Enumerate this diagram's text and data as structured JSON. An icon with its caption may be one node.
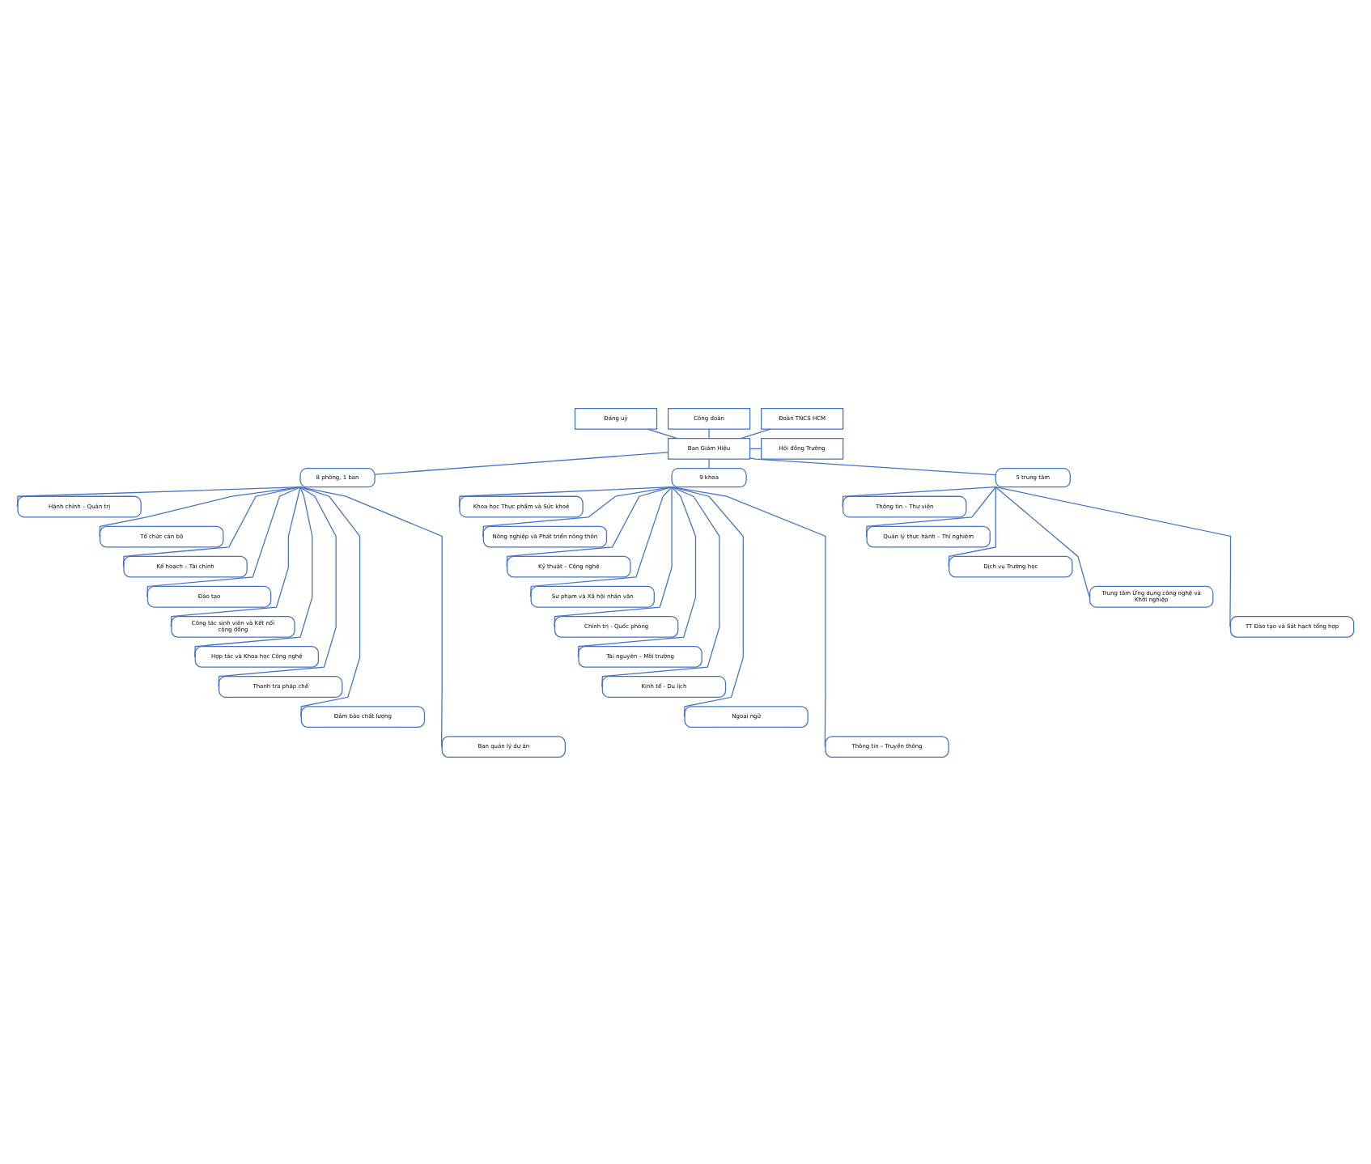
{
  "diagram": {
    "nodes": [
      {
        "text": [
          "Đảng uỷ"
        ]
      },
      {
        "text": [
          "Công đoàn"
        ]
      },
      {
        "text": [
          "Ban Giám Hiệu"
        ]
      },
      {
        "text": [
          "Hội đồng Trường"
        ]
      },
      {
        "text": [
          "Đoàn TNCS HCM"
        ]
      },
      {
        "text": [
          "8 phòng, 1 ban"
        ]
      },
      {
        "text": [
          "9 khoa"
        ]
      },
      {
        "text": [
          "5 trung tâm"
        ]
      },
      {
        "text": [
          "Hành chính – Quản trị"
        ]
      },
      {
        "text": [
          "Tổ chức cán bộ"
        ]
      },
      {
        "text": [
          "Kế hoạch – Tài chính"
        ]
      },
      {
        "text": [
          "Đào tạo"
        ]
      },
      {
        "text": [
          "Công tác sinh viên và Kết nối cộng đồng"
        ]
      },
      {
        "text": [
          "Hợp tác và Khoa học Công nghệ"
        ]
      },
      {
        "text": [
          "Thanh tra pháp chế"
        ]
      },
      {
        "text": [
          "Đảm bảo chất lượng"
        ]
      },
      {
        "text": [
          "Ban quản lý dự án"
        ]
      },
      {
        "text": [
          "Khoa học Thực phẩm và Sức khoẻ"
        ]
      },
      {
        "text": [
          "Nông nghiệp và Phát triển nông thôn"
        ]
      },
      {
        "text": [
          "Kỹ thuật – Công nghệ"
        ]
      },
      {
        "text": [
          "Sư phạm và Xã hội nhân văn"
        ]
      },
      {
        "text": [
          "Chính trị - Quốc phòng"
        ]
      },
      {
        "text": [
          "Tài nguyên – Môi trường"
        ]
      },
      {
        "text": [
          "Kinh tế - Du lịch"
        ]
      },
      {
        "text": [
          "Ngoại ngữ"
        ]
      },
      {
        "text": [
          "Thông tin – Truyền thông"
        ]
      },
      {
        "text": [
          "Thông tin – Thư viện"
        ]
      },
      {
        "text": [
          "Quản lý thực hành – Thí nghiệm"
        ]
      },
      {
        "text": [
          "Dịch vụ Trường học"
        ]
      },
      {
        "text": [
          "Trung tâm Ứng dụng công nghệ và Khởi nghiệp"
        ]
      },
      {
        "text": [
          "TT Đào tạo và Sát hạch tổng hợp"
        ]
      }
    ],
    "edges": [
      {
        "from": 0,
        "to": 2,
        "arrow": "none"
      },
      {
        "from": 1,
        "to": 2,
        "arrow": "none"
      },
      {
        "from": 4,
        "to": 2,
        "arrow": "none"
      },
      {
        "from": 2,
        "to": 3,
        "arrow": "none"
      },
      {
        "from": 2,
        "to": 5,
        "arrow": "none"
      },
      {
        "from": 2,
        "to": 6,
        "arrow": "none"
      },
      {
        "from": 2,
        "to": 7,
        "arrow": "none"
      },
      {
        "from": 5,
        "to": 8,
        "arrow": "none"
      },
      {
        "from": 5,
        "to": 9,
        "arrow": "none"
      },
      {
        "from": 5,
        "to": 10,
        "arrow": "none"
      },
      {
        "from": 5,
        "to": 11,
        "arrow": "none"
      },
      {
        "from": 5,
        "to": 12,
        "arrow": "none"
      },
      {
        "from": 5,
        "to": 13,
        "arrow": "none"
      },
      {
        "from": 5,
        "to": 14,
        "arrow": "none"
      },
      {
        "from": 5,
        "to": 15,
        "arrow": "none"
      },
      {
        "from": 5,
        "to": 16,
        "arrow": "none"
      },
      {
        "from": 6,
        "to": 17,
        "arrow": "none"
      },
      {
        "from": 6,
        "to": 18,
        "arrow": "none"
      },
      {
        "from": 6,
        "to": 19,
        "arrow": "none"
      },
      {
        "from": 6,
        "to": 20,
        "arrow": "none"
      },
      {
        "from": 6,
        "to": 21,
        "arrow": "none"
      },
      {
        "from": 6,
        "to": 22,
        "arrow": "none"
      },
      {
        "from": 6,
        "to": 23,
        "arrow": "none"
      },
      {
        "from": 6,
        "to": 24,
        "arrow": "none"
      },
      {
        "from": 6,
        "to": 25,
        "arrow": "none"
      },
      {
        "from": 7,
        "to": 26,
        "arrow": "none"
      },
      {
        "from": 7,
        "to": 27,
        "arrow": "none"
      },
      {
        "from": 7,
        "to": 28,
        "arrow": "none"
      },
      {
        "from": 7,
        "to": 29,
        "arrow": "none"
      },
      {
        "from": 7,
        "to": 30,
        "arrow": "none"
      }
    ]
  }
}
